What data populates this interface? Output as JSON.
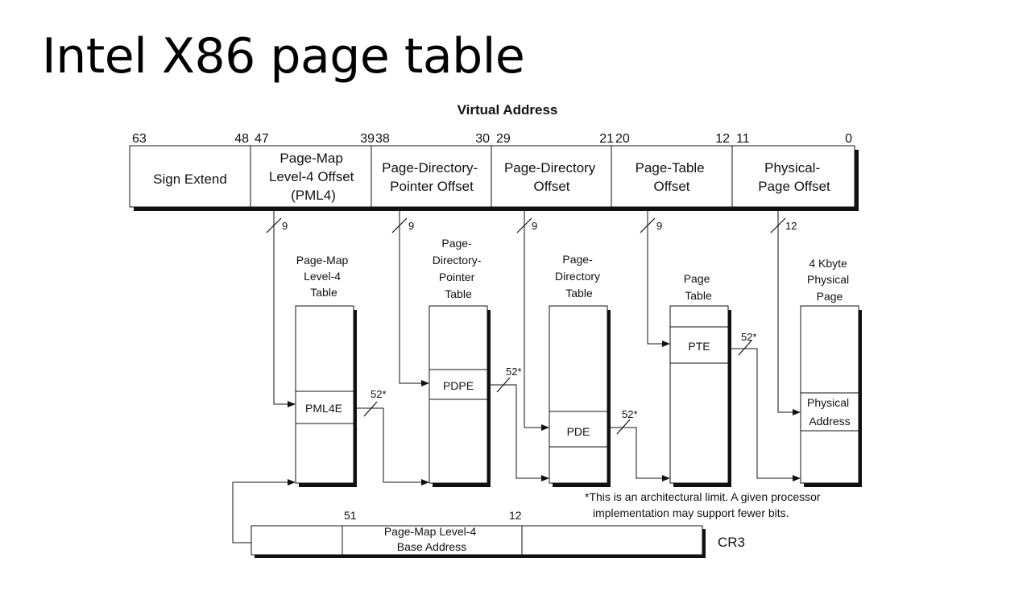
{
  "title": "Intel X86 page table",
  "virtual_address": {
    "label": "Virtual Address",
    "bits": {
      "b63": "63",
      "b48": "48",
      "b47": "47",
      "b39": "39",
      "b38": "38",
      "b30": "30",
      "b29": "29",
      "b21": "21",
      "b20": "20",
      "b12": "12",
      "b11": "11",
      "b0": "0"
    },
    "fields": {
      "sign_extend": "Sign Extend",
      "pml4_offset": [
        "Page-Map",
        "Level-4 Offset",
        "(PML4)"
      ],
      "pdp_offset": [
        "Page-Directory-",
        "Pointer Offset"
      ],
      "pd_offset": [
        "Page-Directory",
        "Offset"
      ],
      "pt_offset": [
        "Page-Table",
        "Offset"
      ],
      "page_offset": [
        "Physical-",
        "Page Offset"
      ]
    }
  },
  "widths": {
    "pml4": "9",
    "pdp": "9",
    "pd": "9",
    "pt": "9",
    "offset": "12",
    "entry": "52*"
  },
  "tables": {
    "pml4": {
      "title": [
        "Page-Map",
        "Level-4",
        "Table"
      ],
      "entry": "PML4E"
    },
    "pdp": {
      "title": [
        "Page-",
        "Directory-",
        "Pointer",
        "Table"
      ],
      "entry": "PDPE"
    },
    "pd": {
      "title": [
        "Page-",
        "Directory",
        "Table"
      ],
      "entry": "PDE"
    },
    "pt": {
      "title": [
        "Page",
        "Table"
      ],
      "entry": "PTE"
    },
    "page": {
      "title": [
        "4 Kbyte",
        "Physical",
        "Page"
      ],
      "entry": [
        "Physical",
        "Address"
      ]
    }
  },
  "footnote": [
    "*This is an architectural limit. A given processor",
    "implementation may support fewer bits."
  ],
  "cr3": {
    "label": "CR3",
    "bit_hi": "51",
    "bit_lo": "12",
    "field": [
      "Page-Map Level-4",
      "Base Address"
    ]
  }
}
